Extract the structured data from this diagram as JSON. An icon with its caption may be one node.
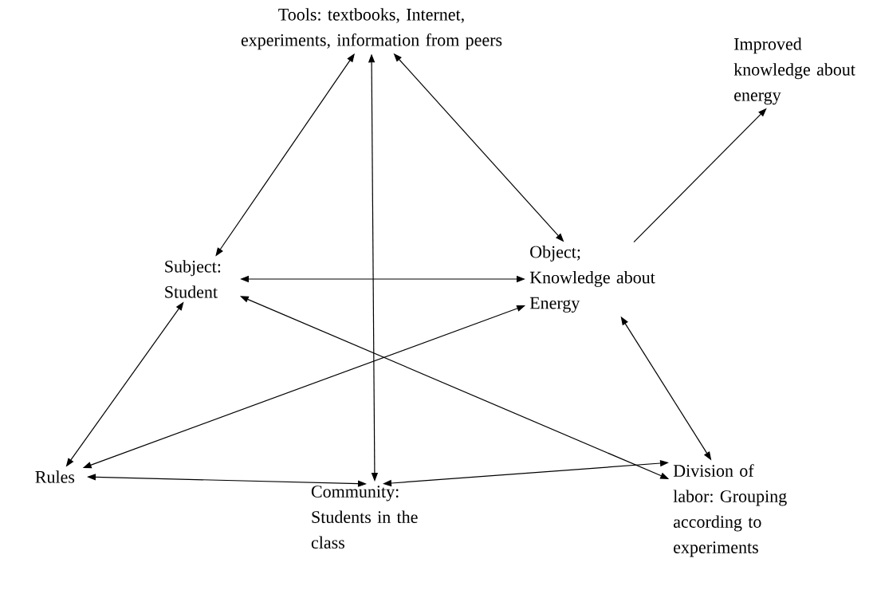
{
  "diagram": {
    "nodes": [
      {
        "text": [
          "Tools: textbooks, Internet, experiments, information from peers"
        ]
      },
      {
        "text": [
          "Subject: Student"
        ]
      },
      {
        "text": [
          "Object; Knowledge about Energy"
        ]
      },
      {
        "text": [
          "Improved knowledge about energy"
        ]
      },
      {
        "text": [
          "Rules"
        ]
      },
      {
        "text": [
          "Community: Students in the class"
        ]
      },
      {
        "text": [
          "Division of labor: Grouping according to experiments"
        ]
      }
    ],
    "edges": [
      {
        "from": 0,
        "to": 1,
        "arrow": "both"
      },
      {
        "from": 0,
        "to": 2,
        "arrow": "both"
      },
      {
        "from": 0,
        "to": 5,
        "arrow": "both"
      },
      {
        "from": 1,
        "to": 2,
        "arrow": "both"
      },
      {
        "from": 1,
        "to": 4,
        "arrow": "both"
      },
      {
        "from": 1,
        "to": 6,
        "arrow": "both"
      },
      {
        "from": 2,
        "to": 4,
        "arrow": "both"
      },
      {
        "from": 2,
        "to": 6,
        "arrow": "both"
      },
      {
        "from": 4,
        "to": 5,
        "arrow": "both"
      },
      {
        "from": 5,
        "to": 6,
        "arrow": "both"
      },
      {
        "from": 2,
        "to": 3,
        "arrow": "to"
      }
    ]
  }
}
